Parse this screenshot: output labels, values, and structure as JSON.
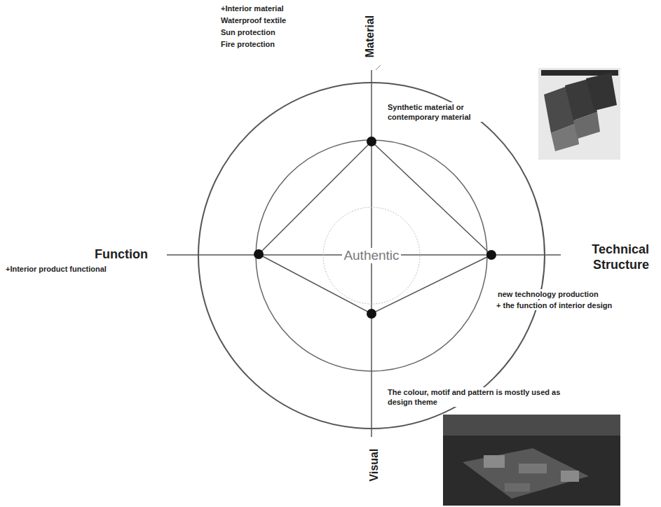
{
  "diagram": {
    "nodes": [
      {
        "text": [
          "Authentic"
        ]
      }
    ],
    "labels": [
      "+Interior material",
      "Waterproof textile",
      "Sun protection",
      "Fire protection",
      "Material",
      "Synthetic material or contemporary material",
      "Function",
      "+Interior product functional",
      "Technical Structure",
      "new technology production",
      "+ the function of interior design",
      "The colour, motif and pattern is mostly used as design theme",
      "Visual"
    ]
  }
}
